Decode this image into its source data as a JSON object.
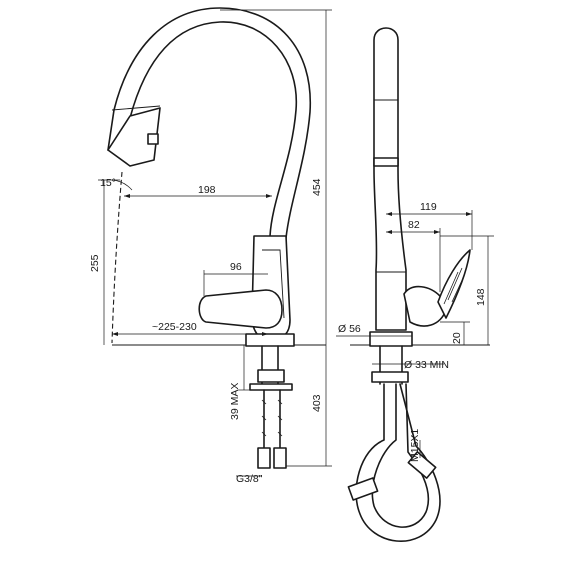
{
  "dimensions": {
    "side": {
      "angle": "15°",
      "reach_top": "198",
      "lever_length": "96",
      "base_offset": "~225-230",
      "height_total": "454",
      "height_spout": "255",
      "shank_max": "39 MAX",
      "hose_length": "403",
      "thread": "G3/8\""
    },
    "front": {
      "reach_lever": "119",
      "lever_offset": "82",
      "lever_height": "148",
      "lever_gap": "20",
      "base_diameter": "Ø 56",
      "hole_min": "Ø 33 MIN",
      "hose_thread": "M15X1"
    }
  },
  "colors": {
    "line": "#1a1a1a",
    "background": "#ffffff"
  }
}
